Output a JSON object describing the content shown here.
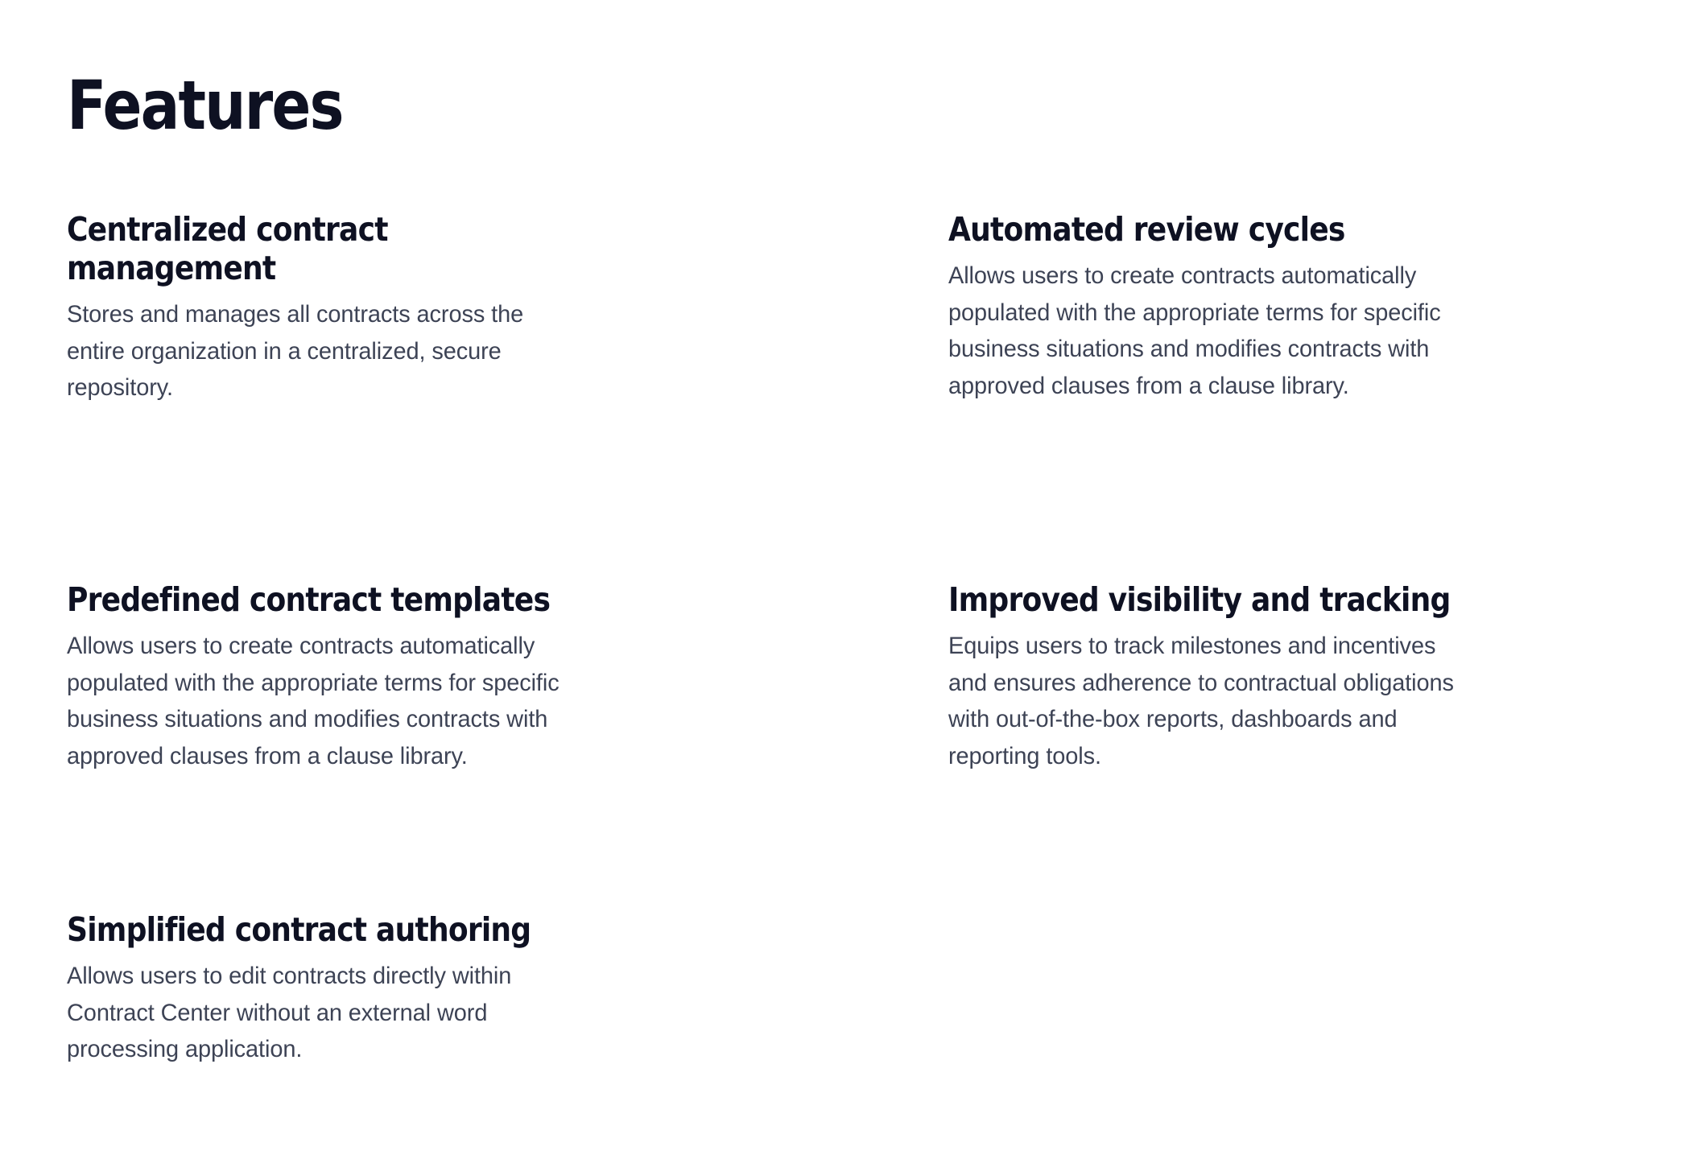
{
  "page": {
    "title": "Features",
    "background_color": "#ffffff",
    "heading_color": "#0e1122",
    "body_color": "#3d4355"
  },
  "features": [
    {
      "heading": "Centralized contract management",
      "body": "Stores and manages all contracts across the entire organization in a centralized, secure repository.",
      "column": "left",
      "row": 1
    },
    {
      "heading": "Automated review cycles",
      "body": "Allows users to create contracts automatically populated with the appropriate terms for specific business situations and modifies contracts with approved clauses from a clause library.",
      "column": "right",
      "row": 1
    },
    {
      "heading": "Predefined contract templates",
      "body": "Allows users to create contracts automatically populated with the appropriate terms for specific business situations and modifies contracts with approved clauses from a clause library.",
      "column": "left",
      "row": 2
    },
    {
      "heading": "Improved visibility and tracking",
      "body": "Equips users to track milestones and incentives and ensures adherence to contractual obligations with out-of-the-box reports, dashboards and reporting tools.",
      "column": "right",
      "row": 2
    },
    {
      "heading": "Simplified contract authoring",
      "body": "Allows users to edit contracts directly within Contract Center without an external word processing application.",
      "column": "left",
      "row": 3
    }
  ]
}
